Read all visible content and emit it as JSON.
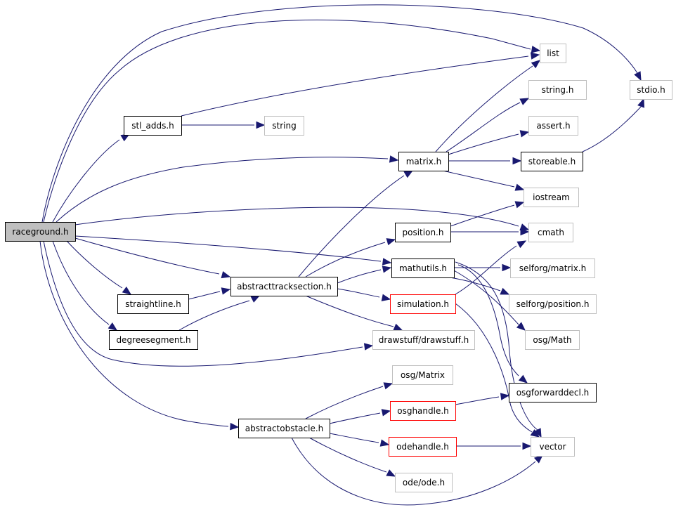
{
  "colors": {
    "edge": "#191970",
    "root_fill": "#bfbfbf",
    "root_border": "#000000",
    "documented_border": "#000000",
    "undocumented_border": "#bfbfbf",
    "truncated_border": "#ff0000"
  },
  "nodes": [
    {
      "id": "raceground",
      "label": "raceground.h",
      "kind": "root"
    },
    {
      "id": "list",
      "label": "list",
      "kind": "undocumented"
    },
    {
      "id": "stdio",
      "label": "stdio.h",
      "kind": "undocumented"
    },
    {
      "id": "string_h",
      "label": "string.h",
      "kind": "undocumented"
    },
    {
      "id": "stl_adds",
      "label": "stl_adds.h",
      "kind": "documented"
    },
    {
      "id": "string",
      "label": "string",
      "kind": "undocumented"
    },
    {
      "id": "assert",
      "label": "assert.h",
      "kind": "undocumented"
    },
    {
      "id": "matrix",
      "label": "matrix.h",
      "kind": "documented"
    },
    {
      "id": "storeable",
      "label": "storeable.h",
      "kind": "documented"
    },
    {
      "id": "iostream",
      "label": "iostream",
      "kind": "undocumented"
    },
    {
      "id": "position",
      "label": "position.h",
      "kind": "documented"
    },
    {
      "id": "cmath",
      "label": "cmath",
      "kind": "undocumented"
    },
    {
      "id": "mathutils",
      "label": "mathutils.h",
      "kind": "documented"
    },
    {
      "id": "selforg_matrix",
      "label": "selforg/matrix.h",
      "kind": "undocumented"
    },
    {
      "id": "abstracttracksection",
      "label": "abstracttracksection.h",
      "kind": "documented"
    },
    {
      "id": "straightline",
      "label": "straightline.h",
      "kind": "documented"
    },
    {
      "id": "simulation",
      "label": "simulation.h",
      "kind": "truncated"
    },
    {
      "id": "selforg_position",
      "label": "selforg/position.h",
      "kind": "undocumented"
    },
    {
      "id": "osg_math",
      "label": "osg/Math",
      "kind": "undocumented"
    },
    {
      "id": "degreesegment",
      "label": "degreesegment.h",
      "kind": "documented"
    },
    {
      "id": "drawstuff",
      "label": "drawstuff/drawstuff.h",
      "kind": "undocumented"
    },
    {
      "id": "osg_matrix",
      "label": "osg/Matrix",
      "kind": "undocumented"
    },
    {
      "id": "osgforwarddecl",
      "label": "osgforwarddecl.h",
      "kind": "documented"
    },
    {
      "id": "osghandle",
      "label": "osghandle.h",
      "kind": "truncated"
    },
    {
      "id": "abstractobstacle",
      "label": "abstractobstacle.h",
      "kind": "documented"
    },
    {
      "id": "odehandle",
      "label": "odehandle.h",
      "kind": "truncated"
    },
    {
      "id": "vector",
      "label": "vector",
      "kind": "undocumented"
    },
    {
      "id": "ode",
      "label": "ode/ode.h",
      "kind": "undocumented"
    }
  ],
  "edges": [
    {
      "from": "raceground",
      "to": "list"
    },
    {
      "from": "raceground",
      "to": "stdio"
    },
    {
      "from": "raceground",
      "to": "stl_adds"
    },
    {
      "from": "raceground",
      "to": "matrix"
    },
    {
      "from": "raceground",
      "to": "cmath"
    },
    {
      "from": "raceground",
      "to": "mathutils"
    },
    {
      "from": "raceground",
      "to": "abstracttracksection"
    },
    {
      "from": "raceground",
      "to": "straightline"
    },
    {
      "from": "raceground",
      "to": "degreesegment"
    },
    {
      "from": "raceground",
      "to": "drawstuff"
    },
    {
      "from": "raceground",
      "to": "abstractobstacle"
    },
    {
      "from": "stl_adds",
      "to": "list"
    },
    {
      "from": "stl_adds",
      "to": "string"
    },
    {
      "from": "matrix",
      "to": "list"
    },
    {
      "from": "matrix",
      "to": "string_h"
    },
    {
      "from": "matrix",
      "to": "assert"
    },
    {
      "from": "matrix",
      "to": "storeable"
    },
    {
      "from": "matrix",
      "to": "iostream"
    },
    {
      "from": "storeable",
      "to": "stdio"
    },
    {
      "from": "position",
      "to": "iostream"
    },
    {
      "from": "position",
      "to": "cmath"
    },
    {
      "from": "abstracttracksection",
      "to": "matrix"
    },
    {
      "from": "abstracttracksection",
      "to": "position"
    },
    {
      "from": "abstracttracksection",
      "to": "mathutils"
    },
    {
      "from": "abstracttracksection",
      "to": "simulation"
    },
    {
      "from": "abstracttracksection",
      "to": "drawstuff"
    },
    {
      "from": "straightline",
      "to": "abstracttracksection"
    },
    {
      "from": "degreesegment",
      "to": "abstracttracksection"
    },
    {
      "from": "mathutils",
      "to": "selforg_matrix"
    },
    {
      "from": "mathutils",
      "to": "selforg_position"
    },
    {
      "from": "mathutils",
      "to": "osg_math"
    },
    {
      "from": "mathutils",
      "to": "osgforwarddecl"
    },
    {
      "from": "mathutils",
      "to": "vector"
    },
    {
      "from": "simulation",
      "to": "cmath"
    },
    {
      "from": "simulation",
      "to": "vector"
    },
    {
      "from": "abstractobstacle",
      "to": "osg_matrix"
    },
    {
      "from": "abstractobstacle",
      "to": "osghandle"
    },
    {
      "from": "abstractobstacle",
      "to": "odehandle"
    },
    {
      "from": "abstractobstacle",
      "to": "ode"
    },
    {
      "from": "abstractobstacle",
      "to": "vector"
    },
    {
      "from": "osghandle",
      "to": "osgforwarddecl"
    },
    {
      "from": "odehandle",
      "to": "vector"
    }
  ]
}
